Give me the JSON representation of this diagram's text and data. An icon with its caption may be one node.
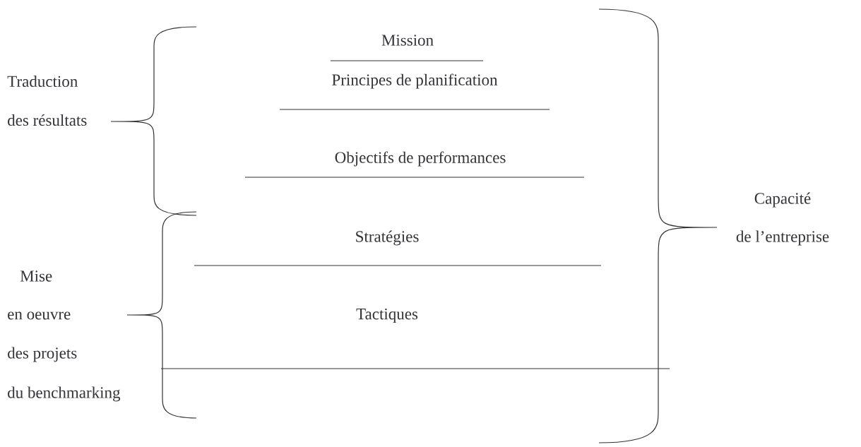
{
  "diagram": {
    "labels": [
      "Mission",
      "Principes de planification",
      "Objectifs de performances",
      "Stratégies",
      "Tactiques",
      "Traduction",
      "des résultats",
      "Mise",
      "en oeuvre",
      "des projets",
      "du benchmarking",
      "Capacité",
      "de l’entreprise"
    ]
  }
}
